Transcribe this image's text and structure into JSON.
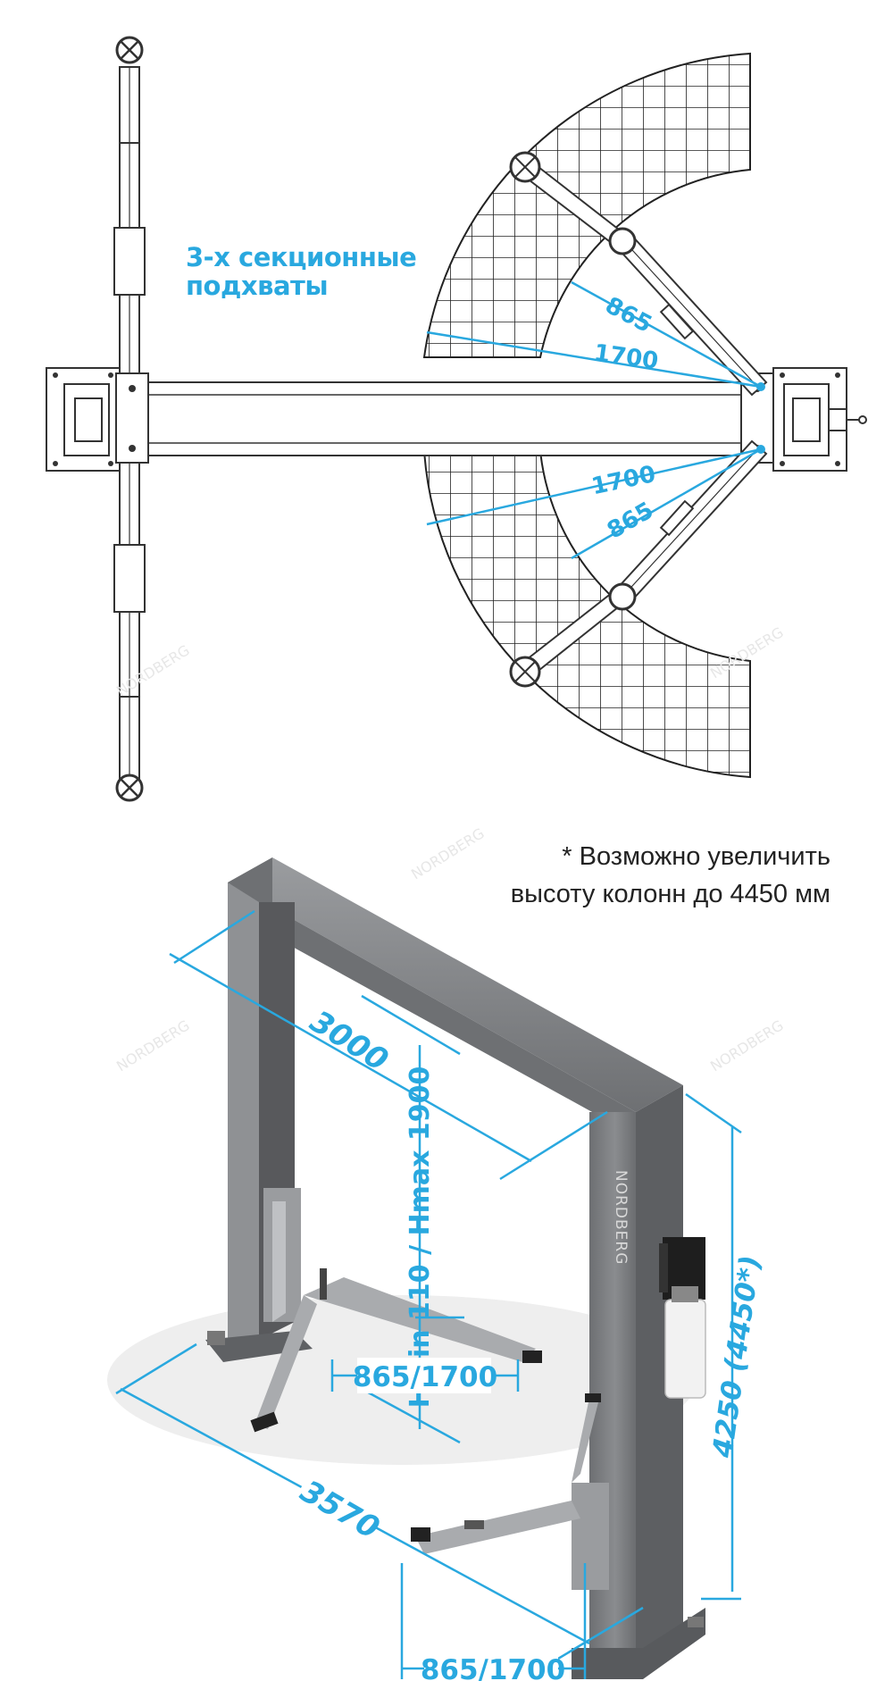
{
  "top_view": {
    "annotation_line1": "3-х секционные",
    "annotation_line2": "подхваты",
    "dim_arm_short_top": "865",
    "dim_arm_long_top": "1700",
    "dim_arm_long_bottom": "1700",
    "dim_arm_short_bottom": "865"
  },
  "perspective_view": {
    "note_line1": "* Возможно увеличить",
    "note_line2": "высоту колонн до 4450 мм",
    "dim_width_inner": "3000",
    "dim_lift_height": "Hmin 110 / Hmax 1900",
    "dim_arm_reach_front": "865/1700",
    "dim_total_height": "4250 (4450*)",
    "dim_overall_width": "3570",
    "dim_arm_reach_bottom": "865/1700",
    "column_brand": "NORDBERG"
  },
  "watermark": "NORDBERG",
  "colors": {
    "accent_blue": "#29a8df",
    "frame_gray": "#7d7f82",
    "frame_dark": "#5b5d60",
    "line": "#333333"
  }
}
